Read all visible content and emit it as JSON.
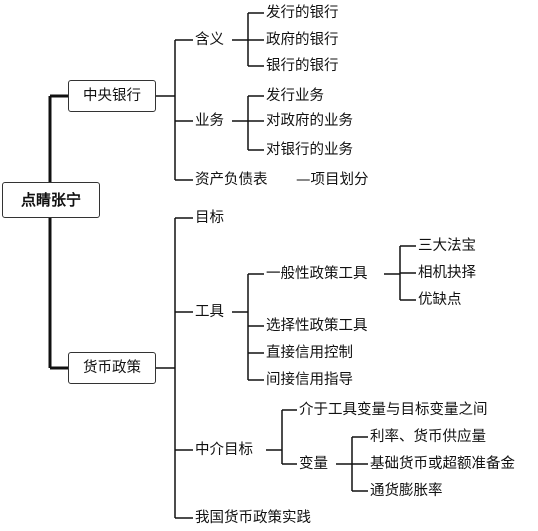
{
  "root": "点睛张宁",
  "central_bank": {
    "label": "中央银行",
    "meaning": {
      "label": "含义",
      "items": [
        "发行的银行",
        "政府的银行",
        "银行的银行"
      ]
    },
    "business": {
      "label": "业务",
      "items": [
        "发行业务",
        "对政府的业务",
        "对银行的业务"
      ]
    },
    "balance_sheet": {
      "label": "资产负债表",
      "note": "—项目划分"
    }
  },
  "monetary_policy": {
    "label": "货币政策",
    "target": "目标",
    "tools": {
      "label": "工具",
      "general": {
        "label": "一般性政策工具",
        "items": [
          "三大法宝",
          "相机抉择",
          "优缺点"
        ]
      },
      "selective": "选择性政策工具",
      "direct": "直接信用控制",
      "indirect": "间接信用指导"
    },
    "intermediate": {
      "label": "中介目标",
      "between": "介于工具变量与目标变量之间",
      "variable": {
        "label": "变量",
        "items": [
          "利率、货币供应量",
          "基础货币或超额准备金",
          "通货膨胀率"
        ]
      }
    },
    "practice": "我国货币政策实践"
  }
}
